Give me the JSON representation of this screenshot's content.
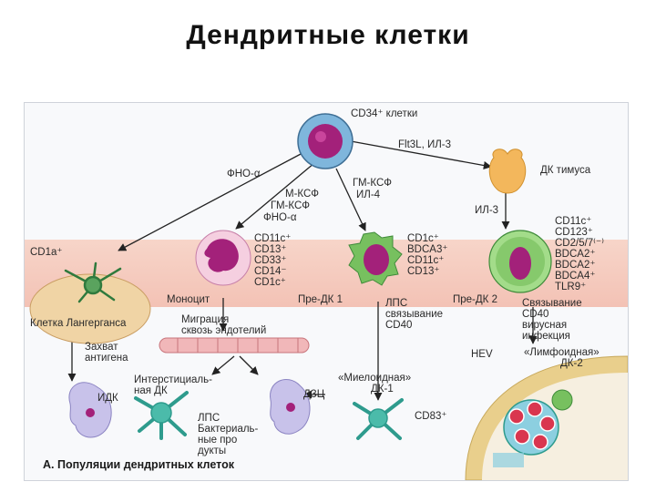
{
  "page": {
    "title": "Дендритные клетки"
  },
  "figure": {
    "caption": "А. Популяции дендритных клеток",
    "labels": {
      "cd34": "CD34⁺ клетки",
      "flt3": "Flt3L, ИЛ-3",
      "tnf_top": "ФНО-α",
      "mcsf": "М-КСФ",
      "gmcsf_left": "ГМ-КСФ",
      "tnf_mid": "ФНО-α",
      "gmcsf_right": "ГМ-КСФ",
      "il4": "ИЛ-4",
      "thymus_dc": "ДК тимуса",
      "il3": "ИЛ-3",
      "cd1a": "CD1a⁺",
      "langerhans": "Клетка Лангерганса",
      "monocyte": "Моноцит",
      "pre_dc1": "Пре-ДК 1",
      "pre_dc2": "Пре-ДК 2",
      "migration": [
        "Миграция",
        "сквозь эндотелий"
      ],
      "lps_binding": [
        "ЛПС",
        "связывание",
        "CD40"
      ],
      "virus_binding": [
        "Связывание",
        "CD40",
        "вирусная",
        "инфекция"
      ],
      "antigen_capture": [
        "Захват",
        "антигена"
      ],
      "idk": "ИДК",
      "interstitial_dc": [
        "Интерстициаль-",
        "ная ДК"
      ],
      "lps_bacterial": [
        "ЛПС",
        "Бактериаль-",
        "ные про",
        "дукты"
      ],
      "dzts": "ДЗЦ",
      "myeloid_dc1": [
        "«Миелоидная»",
        "ДК-1"
      ],
      "cd83": "CD83⁺",
      "hev": "HEV",
      "lymphoid_dc2": [
        "«Лимфоидная»",
        "ДК-2"
      ]
    },
    "markers": {
      "monocyte": [
        "CD11c⁺",
        "CD13⁺",
        "CD33⁺",
        "CD14⁻",
        "CD1c⁺"
      ],
      "pre_dc1": [
        "CD1c⁺",
        "BDCA3⁺",
        "CD11c⁺",
        "CD13⁺"
      ],
      "pre_dc2": [
        "CD11c⁺",
        "CD123⁺",
        "CD2/5/7⁽⁻⁾",
        "BDCA2⁺",
        "BDCA2⁺",
        "BDCA4⁺",
        "TLR9⁺"
      ]
    },
    "colors": {
      "nucleus": "#a3217a",
      "cd34_cell": "#7fb6dc",
      "thymus": "#f3b75c",
      "green_cell": "#77c05f",
      "band": "#f3c7ba",
      "node_ring": "#e9cf8c",
      "red_cell": "#d9364f"
    }
  }
}
